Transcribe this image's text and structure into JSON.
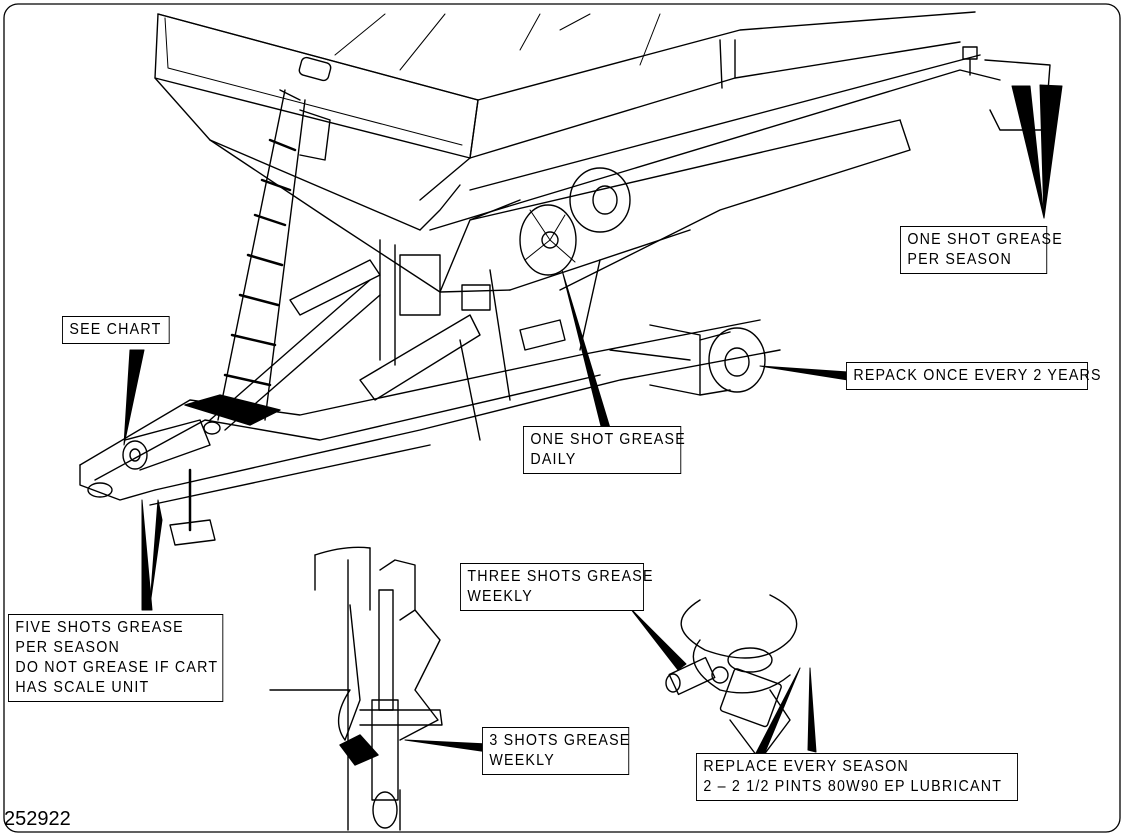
{
  "part_number": "252922",
  "callouts": {
    "see_chart": [
      "SEE CHART"
    ],
    "one_shot_per_season": [
      "ONE SHOT GREASE",
      "PER SEASON"
    ],
    "repack": [
      "REPACK ONCE EVERY 2 YEARS"
    ],
    "one_shot_daily": [
      "ONE SHOT GREASE",
      "DAILY"
    ],
    "five_shots": [
      "FIVE SHOTS GREASE",
      "PER SEASON",
      "DO NOT GREASE IF CART",
      "HAS SCALE UNIT"
    ],
    "three_shots_weekly": [
      "THREE SHOTS GREASE",
      "WEEKLY"
    ],
    "three_shots_cylinder": [
      "3 SHOTS GREASE",
      "WEEKLY"
    ],
    "replace_every_season": [
      "REPLACE EVERY SEASON",
      "2 – 2 1/2 PINTS 80W90 EP LUBRICANT"
    ]
  },
  "colors": {
    "ink": "#000000",
    "paper": "#ffffff"
  }
}
